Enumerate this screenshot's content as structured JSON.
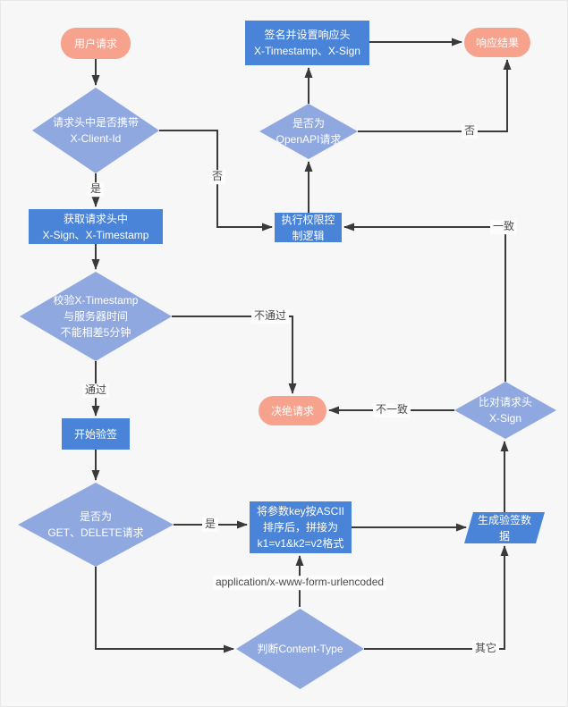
{
  "diagram": {
    "type": "flowchart",
    "colors": {
      "background": "#F7F7F8",
      "terminal_fill": "#F7A28D",
      "process_fill": "#4A84D8",
      "decision_fill": "#8FA8DF",
      "node_text": "#FFFFFF",
      "line": "#3A3A3A",
      "edge_label_text": "#4A4A4A"
    },
    "nodes": {
      "user_request": {
        "label": "用户请求",
        "shape": "terminal"
      },
      "has_client_id": {
        "label": "请求头中是否携带\nX-Client-Id",
        "shape": "decision"
      },
      "get_headers": {
        "label": "获取请求头中\nX-Sign、X-Timestamp",
        "shape": "process"
      },
      "check_timestamp": {
        "label": "校验X-Timestamp\n与服务器时间\n不能相差5分钟",
        "shape": "decision"
      },
      "start_verify": {
        "label": "开始验签",
        "shape": "process"
      },
      "is_get_delete": {
        "label": "是否为\nGET、DELETE请求",
        "shape": "decision"
      },
      "ascii_sort": {
        "label": "将参数key按ASCII\n排序后，拼接为\nk1=v1&k2=v2格式",
        "shape": "process"
      },
      "judge_content_type": {
        "label": "判断Content-Type",
        "shape": "decision"
      },
      "gen_verify_data": {
        "label": "生成验签数\n据",
        "shape": "parallelogram"
      },
      "compare_sign": {
        "label": "比对请求头\nX-Sign",
        "shape": "decision"
      },
      "exec_auth": {
        "label": "执行权限控\n制逻辑",
        "shape": "process"
      },
      "is_openapi": {
        "label": "是否为\nOpenAPI请求",
        "shape": "decision"
      },
      "sign_response": {
        "label": "签名并设置响应头\nX-Timestamp、X-Sign",
        "shape": "process"
      },
      "response_result": {
        "label": "响应结果",
        "shape": "terminal"
      },
      "reject_request": {
        "label": "决绝请求",
        "shape": "terminal"
      }
    },
    "edge_labels": {
      "yes1": "是",
      "no1": "否",
      "pass": "通过",
      "fail": "不通过",
      "yes2": "是",
      "form_urlencoded": "application/x-www-form-urlencoded",
      "other": "其它",
      "match": "一致",
      "mismatch": "不一致",
      "no2": "否"
    }
  }
}
